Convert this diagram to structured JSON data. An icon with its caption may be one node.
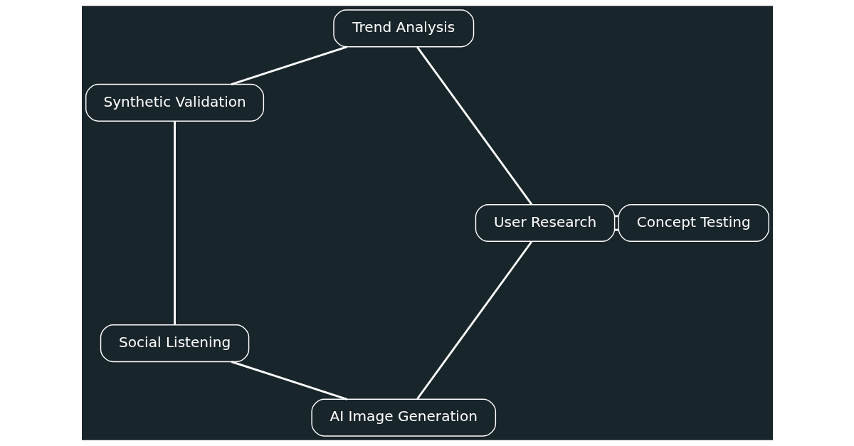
{
  "diagram": {
    "nodes": [
      {
        "text": [
          "User Research"
        ]
      },
      {
        "text": [
          "AI Image Generation"
        ]
      },
      {
        "text": [
          "Concept Testing"
        ]
      },
      {
        "text": [
          "Synthetic Validation"
        ]
      },
      {
        "text": [
          "Social Listening"
        ]
      },
      {
        "text": [
          "Trend Analysis"
        ]
      }
    ],
    "edges": [
      {
        "from": 0,
        "to": 1,
        "arrow": "none"
      },
      {
        "from": 1,
        "to": 4,
        "arrow": "none"
      },
      {
        "from": 4,
        "to": 3,
        "arrow": "none"
      },
      {
        "from": 3,
        "to": 5,
        "arrow": "none"
      },
      {
        "from": 5,
        "to": 0,
        "arrow": "none"
      },
      {
        "from": 0,
        "to": 2,
        "arrow": "none"
      },
      {
        "from": 2,
        "to": 0,
        "arrow": "none"
      }
    ]
  }
}
